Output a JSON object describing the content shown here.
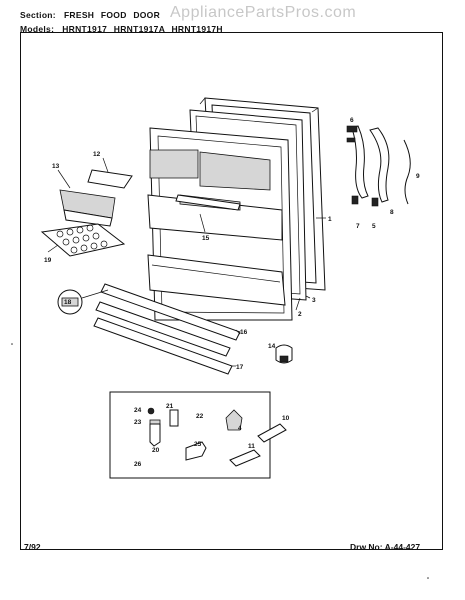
{
  "header": {
    "section_label": "Section:",
    "section_value": "FRESH FOOD DOOR",
    "models_label": "Models:",
    "models_value": "HRNT1917 HRNT1917A HRNT1917H"
  },
  "watermark": "AppliancePartsPros.com",
  "footer": {
    "date": "7/92",
    "drawing_label": "Drw No:",
    "drawing_number": "A-44-427"
  },
  "callouts": {
    "c1": "1",
    "c2": "2",
    "c3": "3",
    "c4": "4",
    "c5": "5",
    "c6": "6",
    "c7": "7",
    "c8": "8",
    "c9": "9",
    "c10": "10",
    "c11": "11",
    "c12": "12",
    "c13": "13",
    "c14": "14",
    "c15": "15",
    "c16": "16",
    "c17": "17",
    "c18": "18",
    "c19": "19",
    "c20": "20",
    "c21": "21",
    "c22": "22",
    "c23": "23",
    "c24": "24",
    "c25": "25",
    "c26": "26"
  }
}
